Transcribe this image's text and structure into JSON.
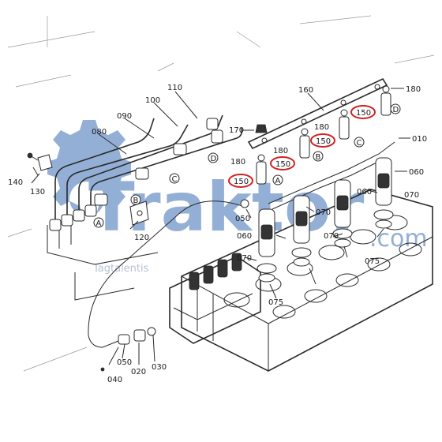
{
  "diagram": {
    "callouts": {
      "c010": "010",
      "c020": "020",
      "c030": "030",
      "c040": "040",
      "c050a": "050",
      "c050b": "050",
      "c060a": "060",
      "c060b": "060",
      "c060c": "060",
      "c070a": "070",
      "c070b": "070",
      "c070c": "070",
      "c070d": "070",
      "c075a": "075",
      "c075b": "075",
      "c080": "080",
      "c090": "090",
      "c100": "100",
      "c110": "110",
      "c120": "120",
      "c130": "130",
      "c140": "140",
      "c160": "160",
      "c170": "170",
      "c180a": "180",
      "c180b": "180",
      "c180c": "180",
      "c180d": "180",
      "c150a": "150",
      "c150b": "150",
      "c150c": "150",
      "c150d": "150"
    },
    "letters": {
      "a1": "A",
      "b1": "B",
      "c1": "C",
      "d1": "D",
      "a2": "A",
      "b2": "B",
      "c2": "C",
      "d2": "D"
    },
    "highlight_color": "#d42020"
  },
  "watermark": {
    "brand": "Traktor",
    "domain": ".com",
    "tagline": "Tagtalentis",
    "color": "#3b6fb5"
  }
}
